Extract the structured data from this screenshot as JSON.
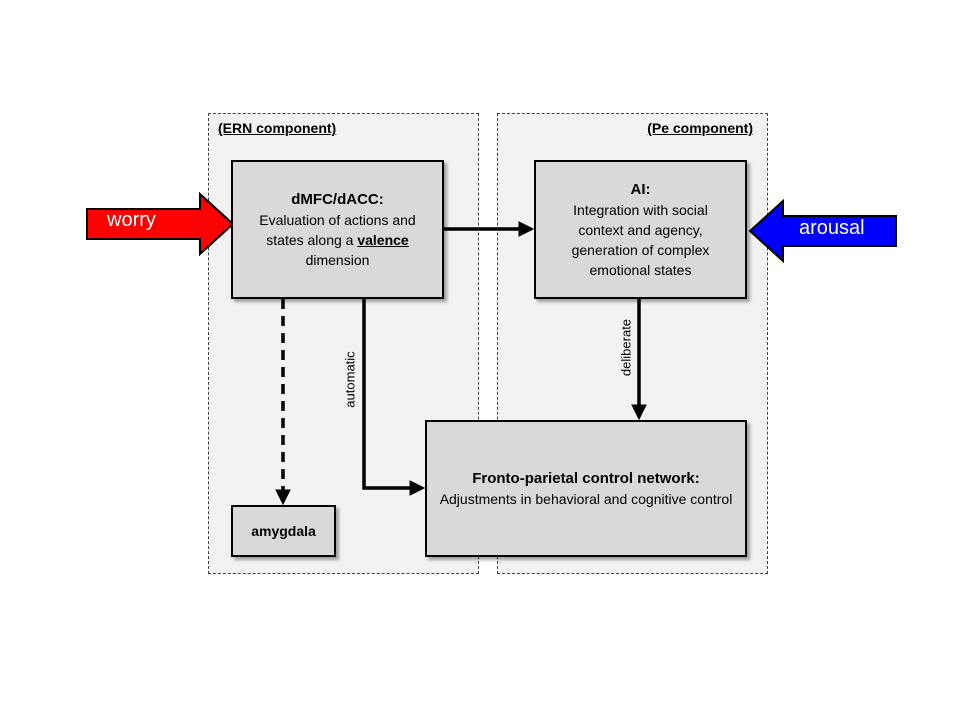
{
  "regions": {
    "ern": {
      "label": "(ERN component)"
    },
    "pe": {
      "label": "(Pe component)"
    }
  },
  "nodes": {
    "dmfc": {
      "title": "dMFC/dACC:",
      "desc_before": "Evaluation of actions and states along a ",
      "desc_keyword": "valence",
      "desc_after": " dimension"
    },
    "ai": {
      "title": "AI:",
      "desc": "Integration with social context and agency, generation of complex emotional states"
    },
    "fpcn": {
      "title": "Fronto-parietal control network:",
      "desc": "Adjustments in behavioral and cognitive control"
    },
    "amygdala": {
      "title": "amygdala"
    }
  },
  "edges": {
    "automatic": {
      "label": "automatic"
    },
    "deliberate": {
      "label": "deliberate"
    }
  },
  "inputs": {
    "worry": {
      "label": "worry",
      "color": "#ff0000"
    },
    "arousal": {
      "label": "arousal",
      "color": "#0000ff"
    }
  }
}
